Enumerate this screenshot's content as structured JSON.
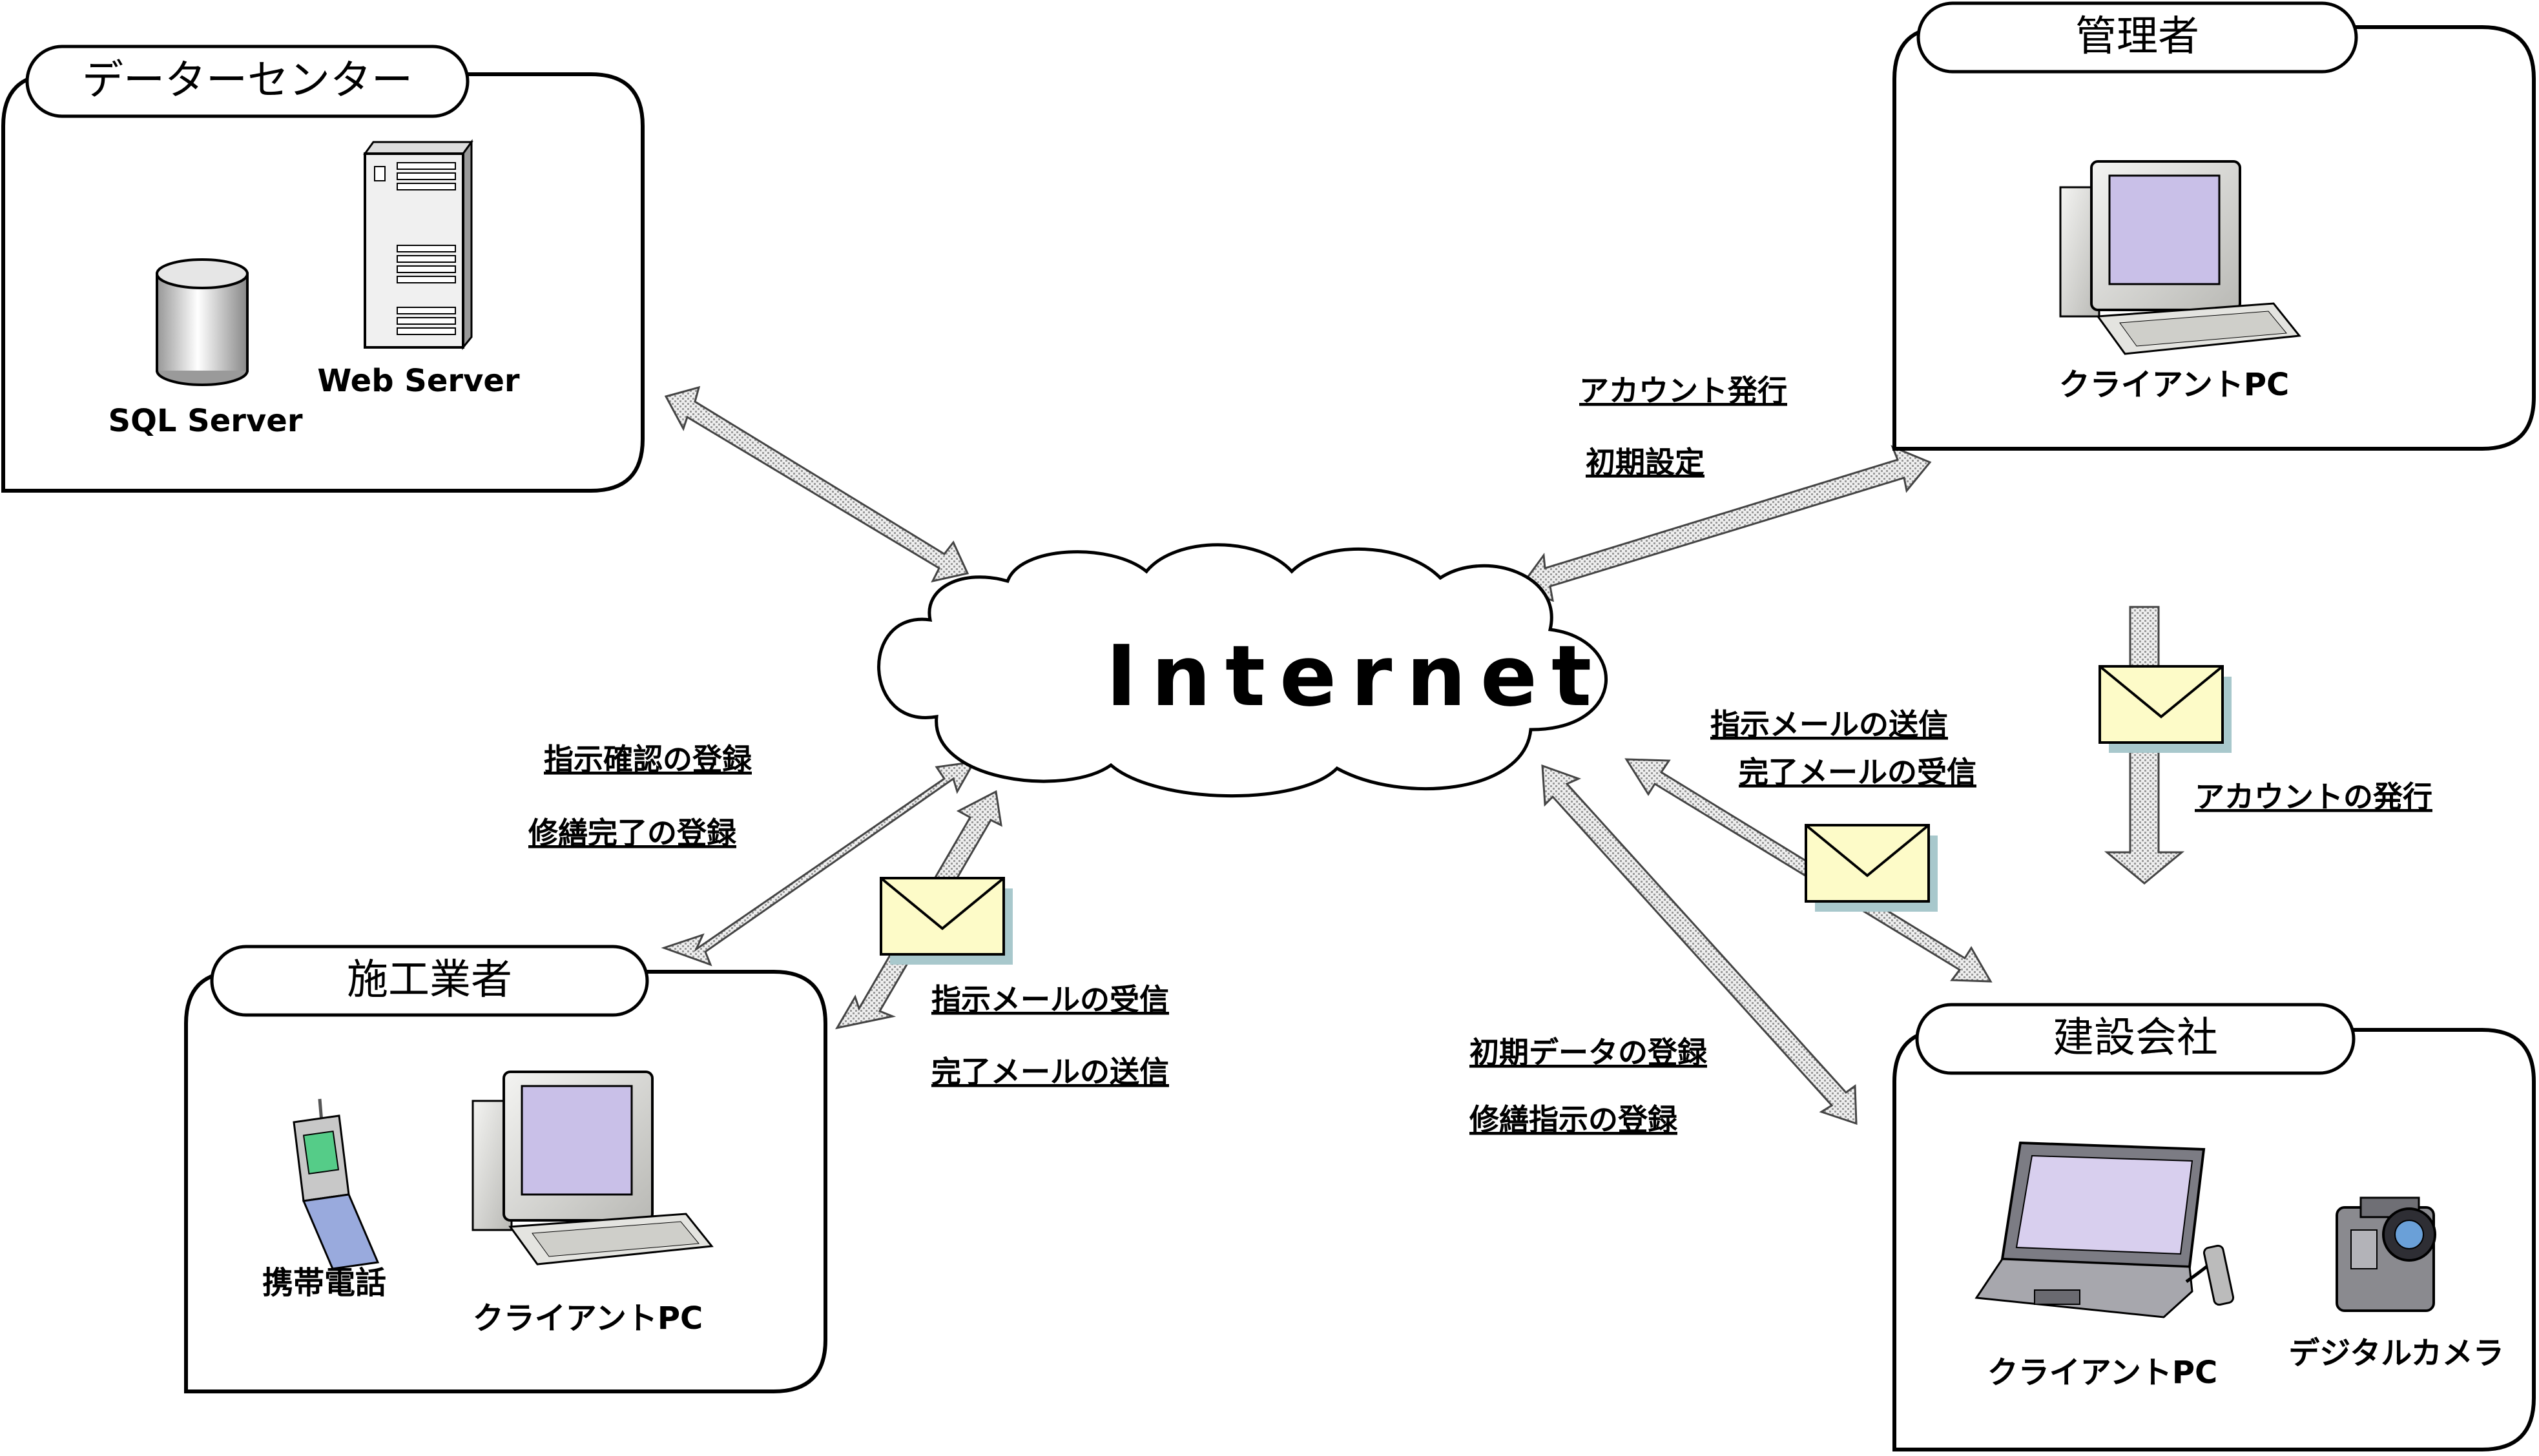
{
  "cloud": {
    "label": "Internet"
  },
  "boxes": {
    "datacenter": {
      "title": "データーセンター",
      "db_label": "SQL Server",
      "server_label": "Web Server"
    },
    "admin": {
      "title": "管理者",
      "pc_label": "クライアントPC"
    },
    "contractor": {
      "title": "施工業者",
      "phone_label": "携帯電話",
      "pc_label": "クライアントPC"
    },
    "construction": {
      "title": "建設会社",
      "laptop_label": "クライアントPC",
      "camera_label": "デジタルカメラ"
    }
  },
  "flows": {
    "admin_internet": [
      "アカウント発行",
      "初期設定"
    ],
    "admin_construction": [
      "アカウントの発行"
    ],
    "contractor_internet": [
      "指示確認の登録",
      "修繕完了の登録"
    ],
    "contractor_mail": [
      "指示メールの受信",
      "完了メールの送信"
    ],
    "construction_mail": [
      "指示メールの送信",
      "完了メールの受信"
    ],
    "construction_internet": [
      "初期データの登録",
      "修繕指示の登録"
    ]
  },
  "colors": {
    "envelope": "#fdfbc8",
    "envelope_shadow": "#a8c8cc",
    "monitor_screen": "#c9c0e8",
    "arrow_fill": "#e6e6e6"
  }
}
